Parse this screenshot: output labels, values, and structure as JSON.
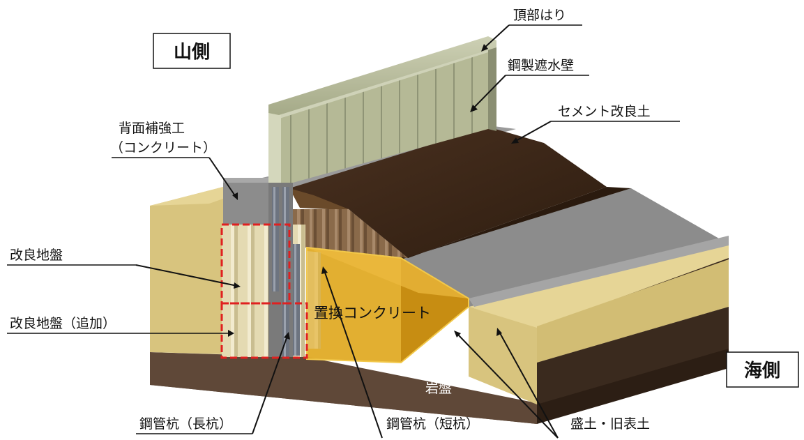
{
  "side_labels": {
    "mountain": "山側",
    "sea": "海側"
  },
  "labels": {
    "top_beam": "頂部はり",
    "steel_wall": "鋼製遮水壁",
    "cement_soil": "セメント改良土",
    "back_reinforce_line1": "背面補強工",
    "back_reinforce_line2": "（コンクリート）",
    "improved_ground": "改良地盤",
    "improved_ground_add": "改良地盤（追加）",
    "replacement_concrete": "置換コンクリート",
    "bedrock": "岩盤",
    "pile_long": "鋼管杭（長杭）",
    "pile_short": "鋼管杭（短杭）",
    "embankment": "盛土・旧表土"
  },
  "colors": {
    "embankment": "#d8c47e",
    "bedrock": "#5a4536",
    "cement_soil": "#3b2616",
    "steel_wall": "#b7bc9a",
    "concrete_gray": "#8c8c8c",
    "replacement_concrete": "#e0a820",
    "improved_ground": "#e6dcb6",
    "dashed_outline": "#e02020"
  }
}
